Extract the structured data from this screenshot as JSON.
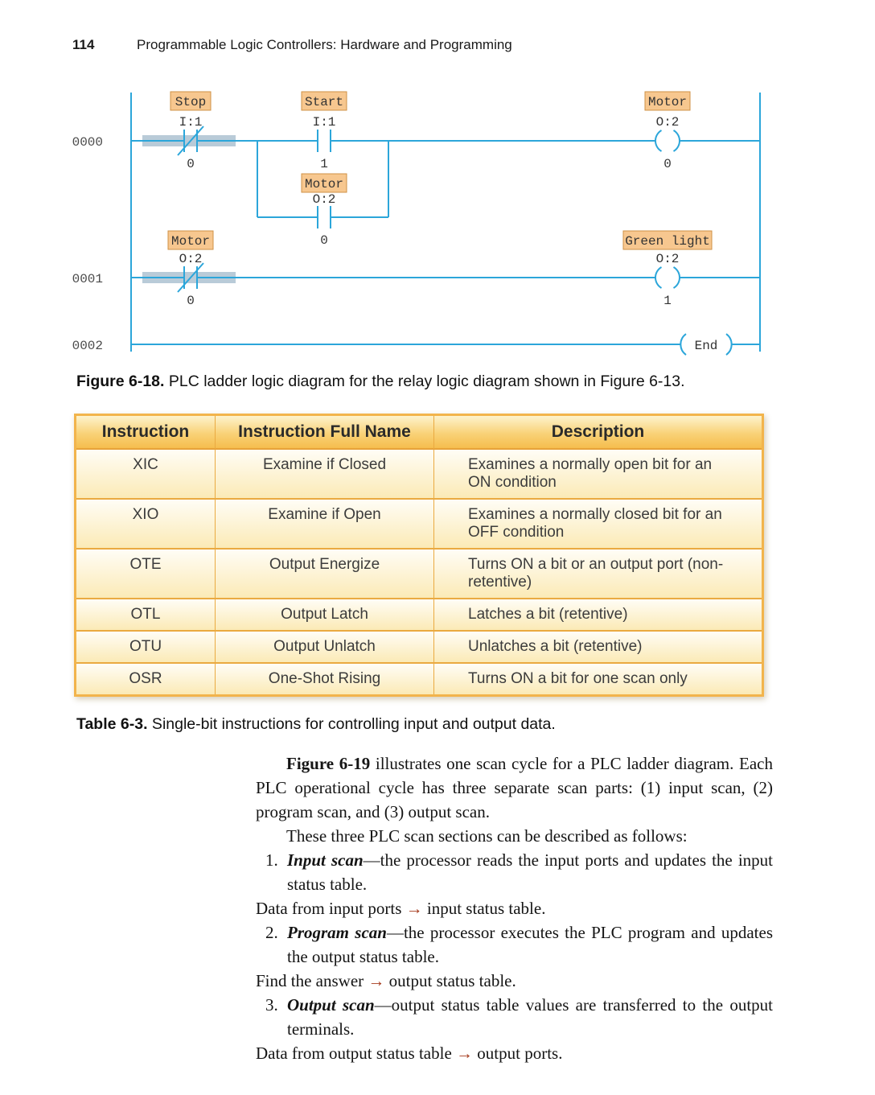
{
  "page": {
    "number": "114",
    "header_title": "Programmable Logic Controllers: Hardware and Programming"
  },
  "ladder": {
    "rungs": [
      {
        "number": "0000"
      },
      {
        "number": "0001"
      },
      {
        "number": "0002"
      }
    ],
    "stop": {
      "label": "Stop",
      "address": "I:1",
      "bit": "0"
    },
    "start": {
      "label": "Start",
      "address": "I:1",
      "bit": "1"
    },
    "motor_branch": {
      "label": "Motor",
      "address": "O:2",
      "bit": "0"
    },
    "motor_coil": {
      "label": "Motor",
      "address": "O:2",
      "bit": "0"
    },
    "motor_contact": {
      "label": "Motor",
      "address": "O:2",
      "bit": "0"
    },
    "green_light": {
      "label": "Green light",
      "address": "O:2",
      "bit": "1"
    },
    "end": {
      "label": "End"
    }
  },
  "figure_caption": {
    "label": "Figure 6-18.",
    "text": " PLC ladder logic diagram for the relay logic diagram shown in Figure 6-13."
  },
  "table": {
    "headers": [
      "Instruction",
      "Instruction Full Name",
      "Description"
    ],
    "rows": [
      {
        "instruction": "XIC",
        "full_name": "Examine if Closed",
        "description": "Examines a normally open bit for an ON condition"
      },
      {
        "instruction": "XIO",
        "full_name": "Examine if Open",
        "description": "Examines a normally closed bit for an OFF condition"
      },
      {
        "instruction": "OTE",
        "full_name": "Output Energize",
        "description": "Turns ON a bit or an output port (non-retentive)"
      },
      {
        "instruction": "OTL",
        "full_name": "Output Latch",
        "description": "Latches a bit (retentive)"
      },
      {
        "instruction": "OTU",
        "full_name": "Output Unlatch",
        "description": "Unlatches a bit (retentive)"
      },
      {
        "instruction": "OSR",
        "full_name": "One-Shot Rising",
        "description": "Turns ON a bit for one scan only"
      }
    ]
  },
  "table_caption": {
    "label": "Table 6-3.",
    "text": " Single-bit instructions for controlling input and output data."
  },
  "body": {
    "p1_bold": "Figure 6-19",
    "p1_rest": " illustrates one scan cycle for a PLC ladder diagram. Each PLC operational cycle has three separate scan parts: (1) input scan, (2) program scan, and (3) output scan.",
    "p2": "These three PLC scan sections can be described as follows:",
    "items": [
      {
        "num": "1.",
        "term": "Input scan",
        "rest": "—the processor reads the input ports and updates the input status table.",
        "note_pre": "Data from input ports ",
        "arrow": "→",
        "note_post": " input status table."
      },
      {
        "num": "2.",
        "term": "Program scan",
        "rest": "—the processor executes the PLC program and updates the output status table.",
        "note_pre": "Find the answer ",
        "arrow": "→",
        "note_post": " output status table."
      },
      {
        "num": "3.",
        "term": "Output scan",
        "rest": "—output status table values are transferred to the output terminals.",
        "note_pre": "Data from output status table ",
        "arrow": "→",
        "note_post": " output ports."
      }
    ]
  }
}
